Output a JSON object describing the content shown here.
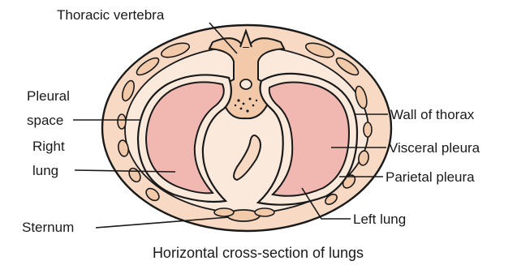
{
  "labels": {
    "thoracic_vertebra": "Thoracic vertebra",
    "pleural_space_1": "Pleural",
    "pleural_space_2": "space",
    "right_lung_1": "Right",
    "right_lung_2": "lung",
    "sternum": "Sternum",
    "wall_of_thorax": "Wall of thorax",
    "visceral_pleura": "Visceral pleura",
    "parietal_pleura": "Parietal pleura",
    "left_lung": "Left lung"
  },
  "caption": "Horizontal cross-section of lungs",
  "colors": {
    "thorax_fill": "#f7d9c4",
    "lung_fill": "#f0b8b0",
    "bone_fill": "#f2c9a9",
    "outline": "#1a1a1a"
  }
}
